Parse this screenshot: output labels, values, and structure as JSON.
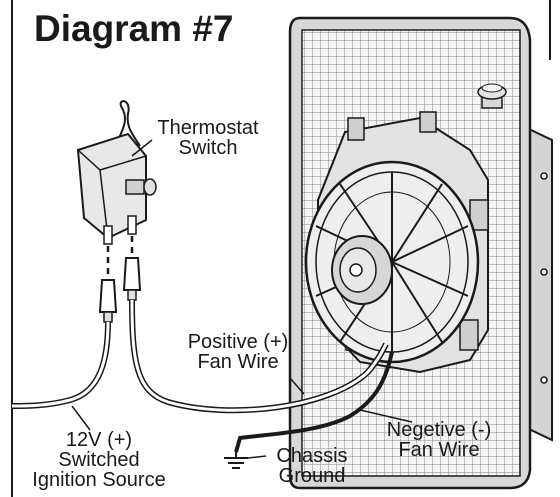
{
  "title": "Diagram #7",
  "labels": {
    "thermostat": [
      "Thermostat",
      "Switch"
    ],
    "positive": [
      "Positive (+)",
      "Fan Wire"
    ],
    "ignition": [
      "12V (+)",
      "Switched",
      "Ignition Source"
    ],
    "chassis": [
      "Chassis",
      "Ground"
    ],
    "negative": [
      "Negetive (-)",
      "Fan Wire"
    ]
  },
  "colors": {
    "ink": "#1a1a1a",
    "radiator": "#dcdcdc",
    "fan": "#e6e6e6",
    "background": "#ffffff"
  },
  "icons": [
    "ground-symbol-icon",
    "thermostat-switch-icon",
    "radiator-icon",
    "electric-fan-icon",
    "wire-connector-icon"
  ]
}
